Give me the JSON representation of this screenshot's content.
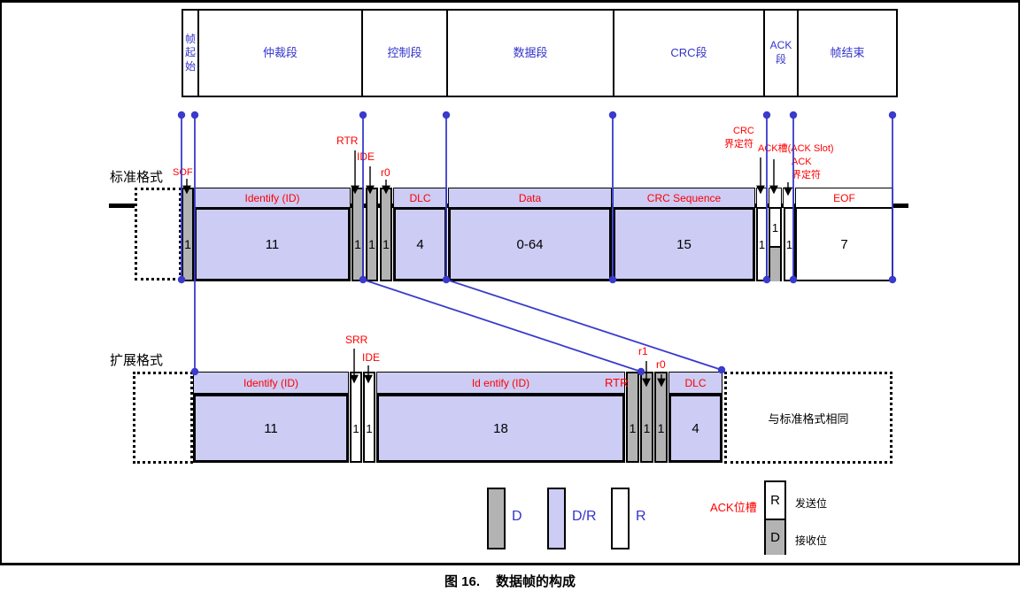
{
  "caption": {
    "prefix": "图 16.",
    "text": "数据帧的构成"
  },
  "header": {
    "frame_start": "帧起始",
    "arbitration": "仲裁段",
    "control": "控制段",
    "data": "数据段",
    "crc": "CRC段",
    "ack": "ACK段",
    "frame_end": "帧结束"
  },
  "standard": {
    "title": "标准格式",
    "labels": {
      "sof": "SOF",
      "rtr": "RTR",
      "ide": "IDE",
      "r0": "r0",
      "id": "Identify (ID)",
      "dlc": "DLC",
      "data": "Data",
      "crc": "CRC Sequence",
      "eof": "EOF",
      "crc_delim_line1": "CRC",
      "crc_delim_line2": "界定符",
      "ack_slot": "ACK槽(ACK Slot)",
      "ack_delim_line1": "ACK",
      "ack_delim_line2": "界定符"
    },
    "bits": {
      "sof": "1",
      "id": "11",
      "rtr": "1",
      "ide": "1",
      "r0": "1",
      "dlc": "4",
      "data": "0-64",
      "crc": "15",
      "crc_delim": "1",
      "ack_slot": "1",
      "ack_delim": "1",
      "eof": "7"
    }
  },
  "extended": {
    "title": "扩展格式",
    "labels": {
      "srr": "SRR",
      "ide": "IDE",
      "r1": "r1",
      "r0": "r0",
      "id1": "Identify (ID)",
      "rtr": "RTR",
      "id2": "Id entify (ID)",
      "dlc": "DLC"
    },
    "bits": {
      "id1": "11",
      "srr": "1",
      "ide": "1",
      "id2": "18",
      "rtr": "1",
      "r1": "1",
      "r0": "1",
      "dlc": "4"
    },
    "note": "与标准格式相同"
  },
  "legend": {
    "d": "D",
    "dr": "D/R",
    "r": "R",
    "ack_slot": "ACK位槽",
    "stack_r": "R",
    "stack_d": "D",
    "transmit": "发送位",
    "receive": "接收位"
  },
  "colors": {
    "field_dominant": "#B3B3B3",
    "field_dominant_recessive": "#CCCCF4",
    "field_recessive": "#FFFFFF",
    "accent_blue": "#3333CC",
    "accent_red": "#FF0000"
  }
}
